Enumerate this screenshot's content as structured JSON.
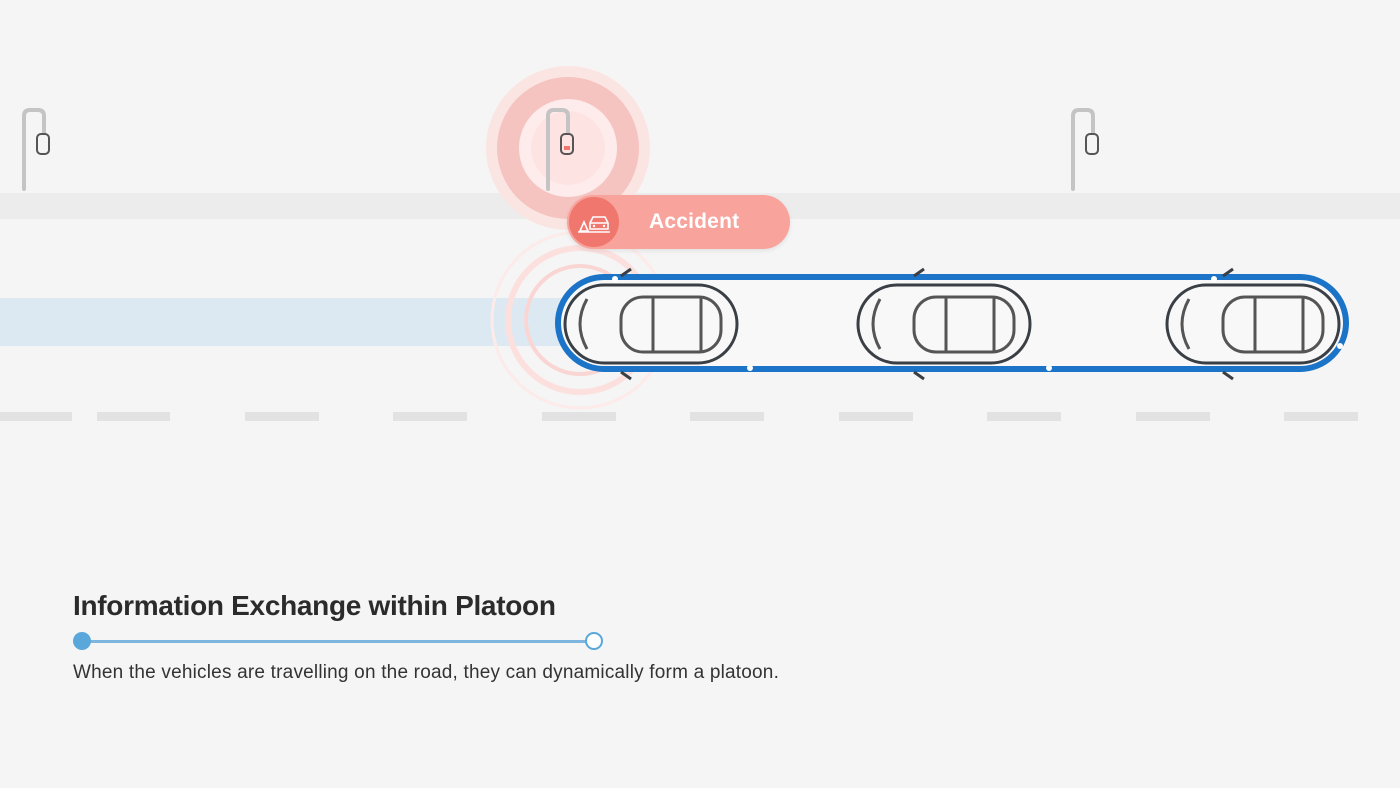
{
  "badge": {
    "label": "Accident",
    "icon": "car-accident-icon",
    "color": "#f8a39c",
    "icon_bg": "#f0776e"
  },
  "caption": {
    "title": "Information Exchange within Platoon",
    "description": "When the vehicles are travelling on the road, they can dynamically form a platoon.",
    "progress": 1.0
  },
  "colors": {
    "background": "#f5f5f5",
    "platoon": "#1b74c8",
    "lane_highlight": "#dde9f2",
    "signal_ring": "#f6c4c0",
    "progress": "#5aa8db"
  },
  "scene": {
    "streetlights": 3,
    "vehicles_in_platoon": 3
  }
}
